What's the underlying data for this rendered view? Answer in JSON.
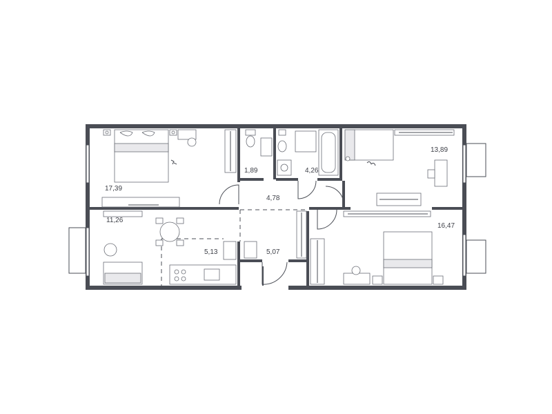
{
  "rooms": [
    {
      "id": "bedroom-top-left",
      "area": "17,39"
    },
    {
      "id": "wc",
      "area": "1,89"
    },
    {
      "id": "bathroom",
      "area": "4,26"
    },
    {
      "id": "bedroom-top-right",
      "area": "13,89"
    },
    {
      "id": "hallway",
      "area": "4,78"
    },
    {
      "id": "living-room",
      "area": "11,26"
    },
    {
      "id": "kitchen",
      "area": "5,13"
    },
    {
      "id": "entrance",
      "area": "5,07"
    },
    {
      "id": "bedroom-bottom-right",
      "area": "16,47"
    }
  ],
  "colors": {
    "wall": "#4a4d55",
    "furniture": "#6a6d75",
    "background": "#ffffff"
  }
}
